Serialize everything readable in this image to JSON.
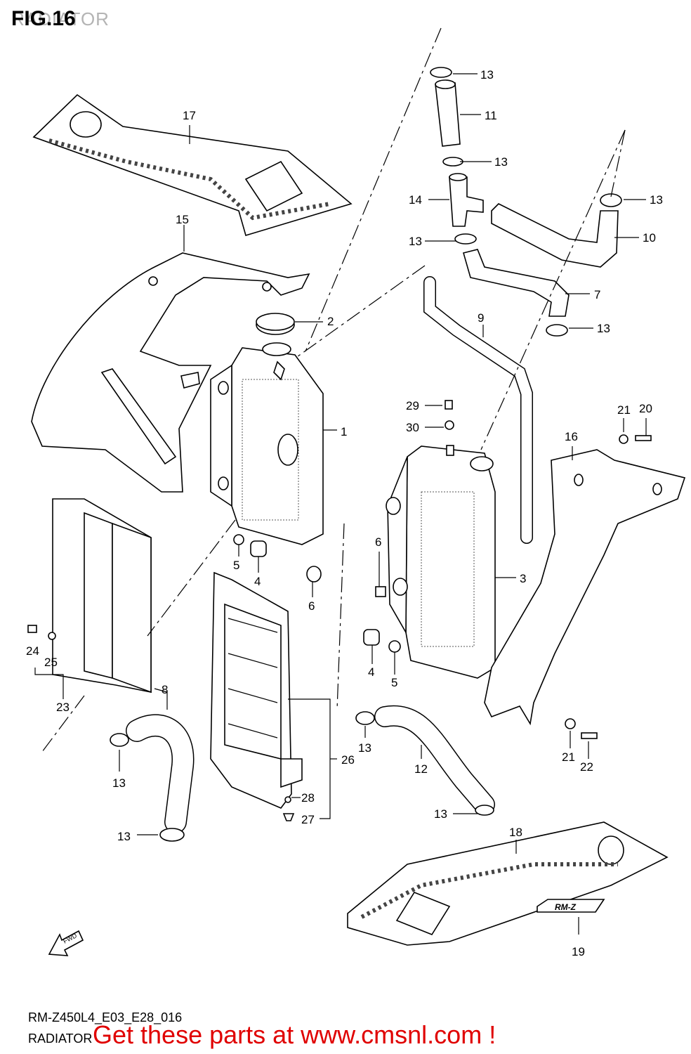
{
  "header": {
    "title": "FIG.16",
    "subtitle": "RADIATOR"
  },
  "footer": {
    "code": "RM-Z450L4_E03_E28_016",
    "caption": "RADIATOR",
    "cta": "Get these parts at www.cmsnl.com !"
  },
  "fwd_label": "FWD",
  "badge_text": "RM-Z",
  "labels": [
    "1",
    "2",
    "3",
    "4",
    "4",
    "5",
    "5",
    "6",
    "6",
    "7",
    "8",
    "9",
    "10",
    "11",
    "12",
    "13",
    "13",
    "13",
    "13",
    "13",
    "13",
    "13",
    "13",
    "13",
    "14",
    "15",
    "16",
    "17",
    "18",
    "19",
    "20",
    "21",
    "21",
    "22",
    "23",
    "24",
    "25",
    "26",
    "27",
    "28",
    "29",
    "30"
  ],
  "colors": {
    "line": "#000000",
    "cta": "#e00000"
  }
}
